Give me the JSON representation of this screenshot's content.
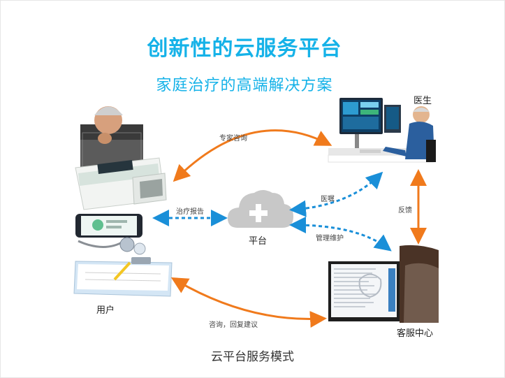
{
  "title": "创新性的云服务平台",
  "subtitle": "家庭治疗的高端解决方案",
  "caption": "云平台服务模式",
  "nodes": {
    "doctor": "医生",
    "platform": "平台",
    "user": "用户",
    "service_center": "客服中心"
  },
  "edges": {
    "expert_consult": "专家咨询",
    "treatment_report": "治疗报告",
    "medical_advice": "医嘱",
    "management": "管理维护",
    "feedback": "反馈",
    "consult_reply": "咨询，回复建议"
  },
  "colors": {
    "accent": "#15b2e8",
    "orange_arrow": "#f07a1c",
    "blue_arrow": "#1a8fd8",
    "cloud": "#c8c8c8"
  },
  "icons": {
    "cloud": "cloud-plus-icon"
  }
}
